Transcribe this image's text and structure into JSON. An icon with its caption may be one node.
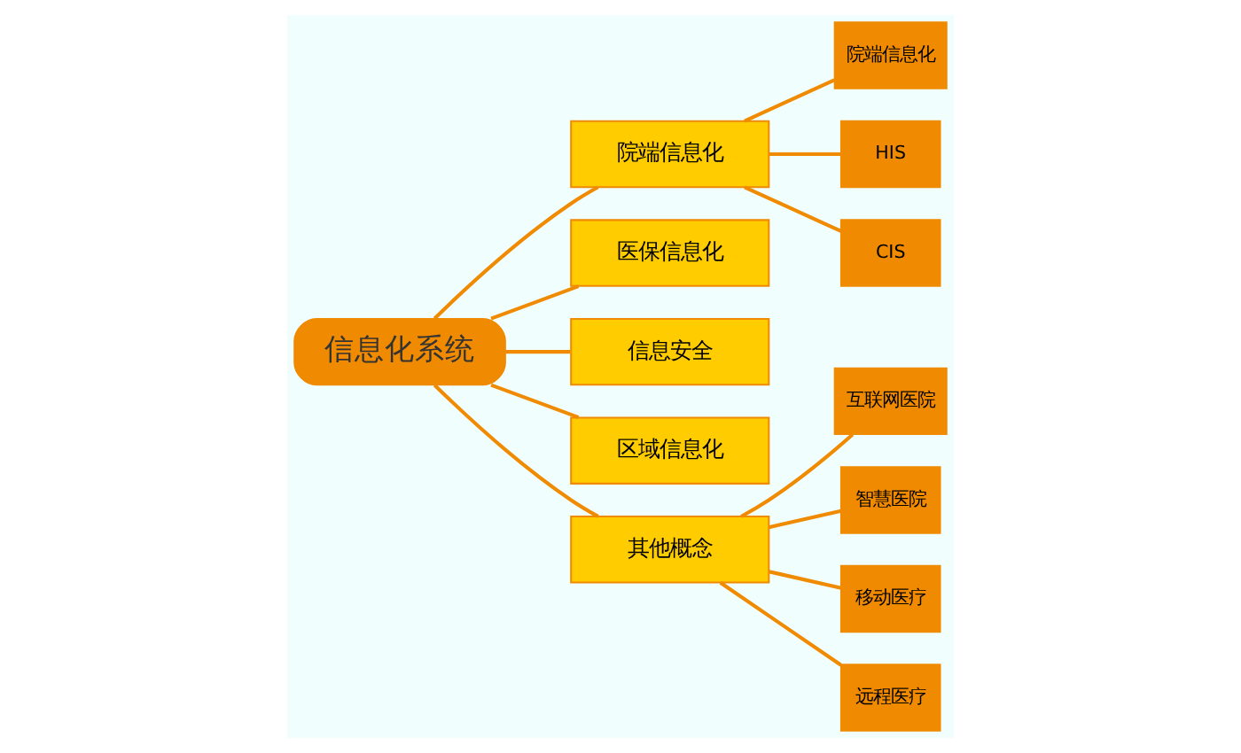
{
  "diagram": {
    "nodes": [
      {
        "text": [
          "信息化系统"
        ]
      },
      {
        "text": [
          "院端信息化"
        ]
      },
      {
        "text": [
          "医保信息化"
        ]
      },
      {
        "text": [
          "信息安全"
        ]
      },
      {
        "text": [
          "区域信息化"
        ]
      },
      {
        "text": [
          "其他概念"
        ]
      },
      {
        "text": [
          "院端信息化"
        ]
      },
      {
        "text": [
          "HIS"
        ]
      },
      {
        "text": [
          "CIS"
        ]
      },
      {
        "text": [
          "互联网医院"
        ]
      },
      {
        "text": [
          "智慧医院"
        ]
      },
      {
        "text": [
          "移动医疗"
        ]
      },
      {
        "text": [
          "远程医疗"
        ]
      }
    ],
    "edges": [
      {
        "from": 0,
        "to": 1,
        "arrow": "none"
      },
      {
        "from": 0,
        "to": 2,
        "arrow": "none"
      },
      {
        "from": 0,
        "to": 3,
        "arrow": "none"
      },
      {
        "from": 0,
        "to": 4,
        "arrow": "none"
      },
      {
        "from": 0,
        "to": 5,
        "arrow": "none"
      },
      {
        "from": 1,
        "to": 6,
        "arrow": "none"
      },
      {
        "from": 1,
        "to": 7,
        "arrow": "none"
      },
      {
        "from": 1,
        "to": 8,
        "arrow": "none"
      },
      {
        "from": 5,
        "to": 9,
        "arrow": "none"
      },
      {
        "from": 5,
        "to": 10,
        "arrow": "none"
      },
      {
        "from": 5,
        "to": 11,
        "arrow": "none"
      },
      {
        "from": 5,
        "to": 12,
        "arrow": "none"
      }
    ]
  }
}
